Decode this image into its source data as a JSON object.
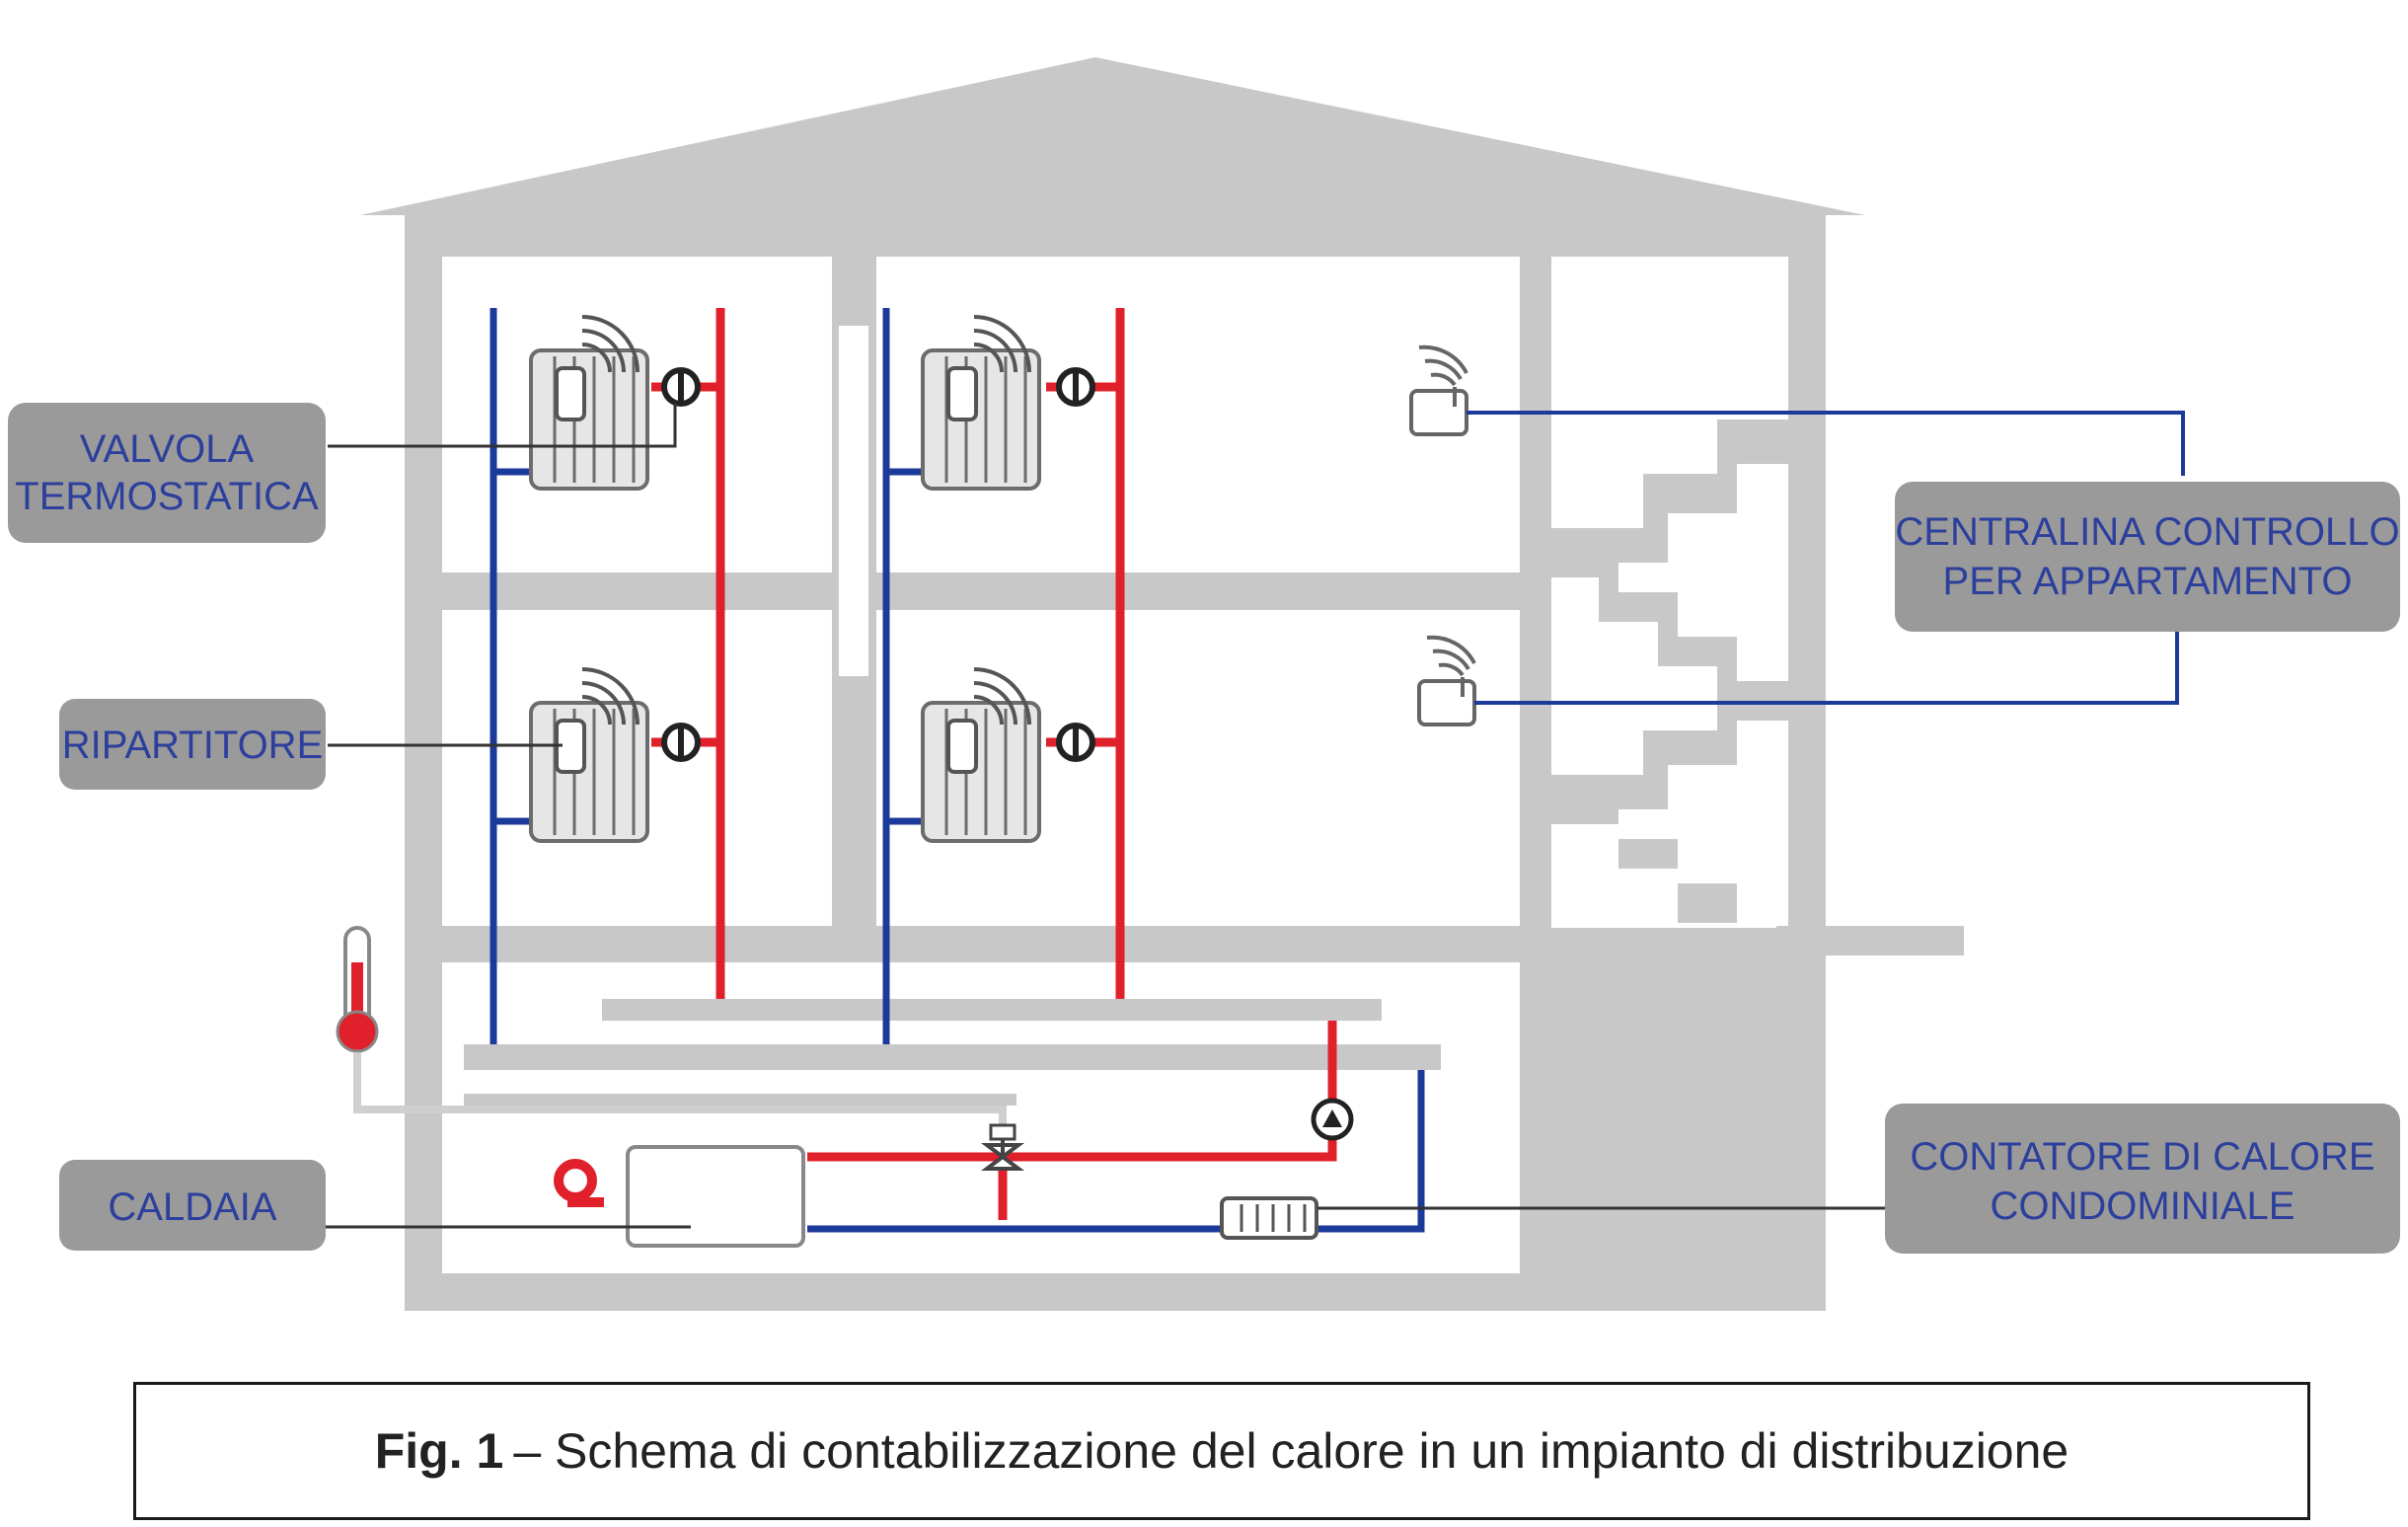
{
  "labels": {
    "valvola_line1": "VALVOLA",
    "valvola_line2": "TERMOSTATICA",
    "ripartitore": "RIPARTITORE",
    "caldaia": "CALDAIA",
    "centralina_line1": "CENTRALINA CONTROLLO",
    "centralina_line2": "PER APPARTAMENTO",
    "contatore_line1": "CONTATORE DI CALORE",
    "contatore_line2": "CONDOMINIALE"
  },
  "caption": {
    "prefix": "Fig. 1",
    "text": "– Schema di contabilizzazione del calore in un impianto di distribuzione"
  },
  "colors": {
    "building": "#c8c8c8",
    "label_box": "#9a9a9a",
    "label_text": "#2c3f9c",
    "supply_pipe": "#e0202a",
    "return_pipe": "#1c3a9a"
  }
}
